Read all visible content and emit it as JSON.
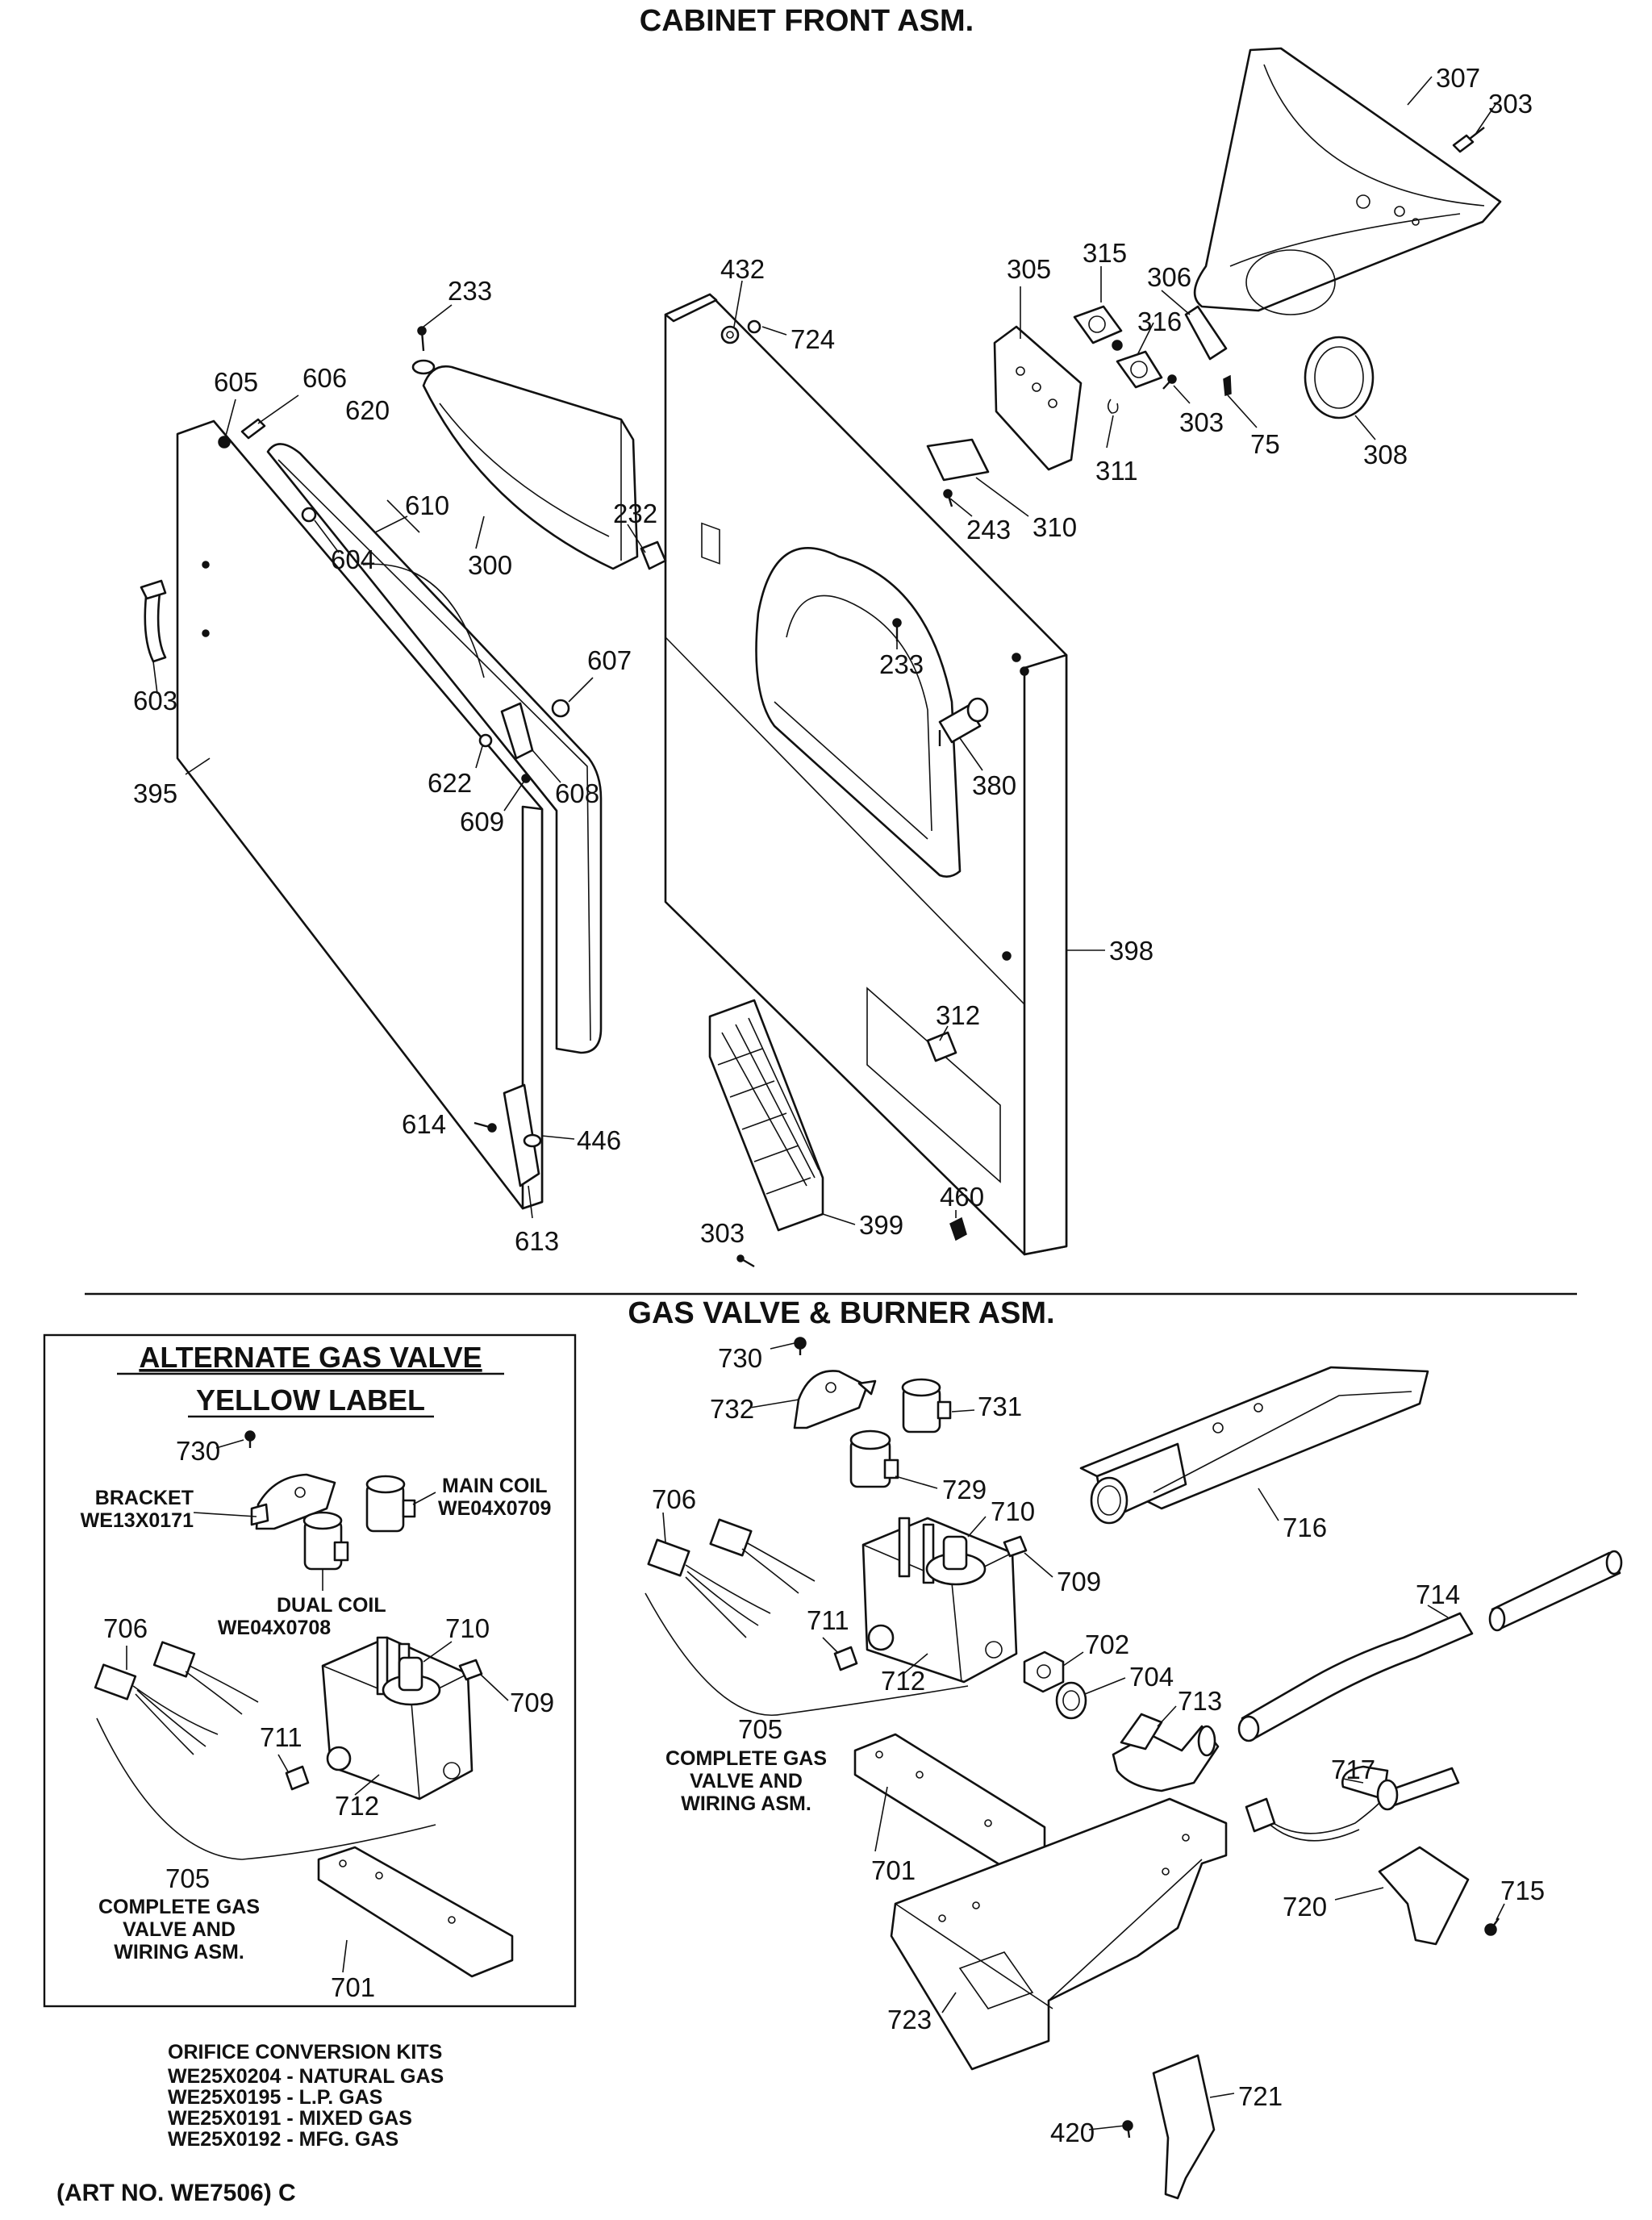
{
  "titles": {
    "cabinet": "CABINET FRONT ASM.",
    "gas_valve": "GAS VALVE & BURNER ASM.",
    "alt_line1": "ALTERNATE GAS VALVE",
    "alt_line2": "YELLOW LABEL"
  },
  "cabinet_callouts": {
    "c307": "307",
    "c303a": "303",
    "c305": "305",
    "c315": "315",
    "c316": "316",
    "c306": "306",
    "c303b": "303",
    "c75": "75",
    "c308": "308",
    "c311": "311",
    "c310": "310",
    "c243": "243",
    "c432": "432",
    "c724": "724",
    "c233a": "233",
    "c233b": "233",
    "c380": "380",
    "c398": "398",
    "c312": "312",
    "c399": "399",
    "c460": "460",
    "c303c": "303",
    "c232": "232",
    "c300": "300",
    "c620": "620",
    "c605": "605",
    "c606": "606",
    "c604": "604",
    "c610": "610",
    "c603": "603",
    "c395": "395",
    "c607": "607",
    "c622": "622",
    "c608": "608",
    "c609": "609",
    "c614": "614",
    "c446": "446",
    "c613": "613"
  },
  "burner_callouts": {
    "c730": "730",
    "c732": "732",
    "c731": "731",
    "c729": "729",
    "c706": "706",
    "c710": "710",
    "c709": "709",
    "c711": "711",
    "c712": "712",
    "c702": "702",
    "c704": "704",
    "c713": "713",
    "c705": "705",
    "c701": "701",
    "c716": "716",
    "c714": "714",
    "c717": "717",
    "c715": "715",
    "c720": "720",
    "c723": "723",
    "c721": "721",
    "c420": "420"
  },
  "burner_labels": {
    "complete_1": "COMPLETE GAS",
    "complete_2": "VALVE AND",
    "complete_3": "WIRING ASM."
  },
  "alt_callouts": {
    "c730": "730",
    "c706": "706",
    "c710": "710",
    "c709": "709",
    "c711": "711",
    "c712": "712",
    "c705": "705",
    "c701": "701"
  },
  "alt_labels": {
    "bracket_name": "BRACKET",
    "bracket_part": "WE13X0171",
    "main_coil_name": "MAIN COIL",
    "main_coil_part": "WE04X0709",
    "dual_coil_name": "DUAL COIL",
    "dual_coil_part": "WE04X0708",
    "complete_1": "COMPLETE GAS",
    "complete_2": "VALVE AND",
    "complete_3": "WIRING ASM."
  },
  "orifice": {
    "heading": "ORIFICE CONVERSION KITS",
    "kits": [
      "WE25X0204 - NATURAL GAS",
      "WE25X0195 - L.P. GAS",
      "WE25X0191 - MIXED GAS",
      "WE25X0192 - MFG. GAS"
    ]
  },
  "art_number": "(ART NO. WE7506) C"
}
